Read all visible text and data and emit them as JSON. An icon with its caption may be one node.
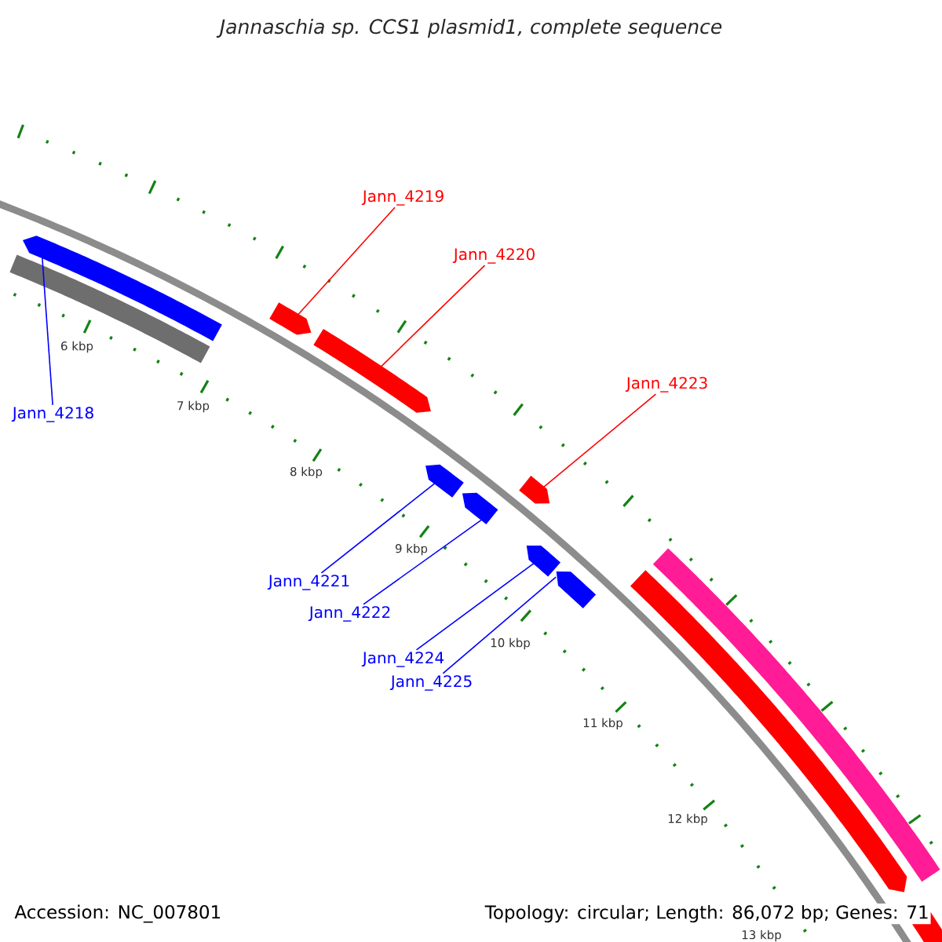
{
  "diagram": {
    "title": "Jannaschia sp. CCS1 plasmid1, complete sequence",
    "nodes": [
      {
        "text": [
          "Jann_4218"
        ]
      },
      {
        "text": [
          "Jann_4219"
        ]
      },
      {
        "text": [
          "Jann_4220"
        ]
      },
      {
        "text": [
          "Jann_4221"
        ]
      },
      {
        "text": [
          "Jann_4222"
        ]
      },
      {
        "text": [
          "Jann_4223"
        ]
      },
      {
        "text": [
          "Jann_4224"
        ]
      },
      {
        "text": [
          "Jann_4225"
        ]
      },
      {
        "text": [],
        "shape": "pentagon"
      },
      {
        "text": [],
        "shape": "pentagon"
      },
      {
        "text": [],
        "shape": "pentagon"
      },
      {
        "text": [],
        "shape": "pentagon"
      },
      {
        "text": [],
        "shape": "pentagon"
      },
      {
        "text": [],
        "shape": "pentagon"
      },
      {
        "text": [],
        "shape": "pentagon"
      },
      {
        "text": [],
        "shape": "pentagon"
      },
      {
        "text": [],
        "shape": "bar"
      },
      {
        "text": [],
        "shape": "pentagon"
      },
      {
        "text": [],
        "shape": "bar"
      },
      {
        "text": [],
        "shape": "bar"
      }
    ],
    "edges": [
      {
        "from": 0,
        "to": 8,
        "arrow": "none",
        "color": "#0000ff"
      },
      {
        "from": 1,
        "to": 9,
        "arrow": "none",
        "color": "#ff0000"
      },
      {
        "from": 2,
        "to": 10,
        "arrow": "none",
        "color": "#ff0000"
      },
      {
        "from": 3,
        "to": 11,
        "arrow": "none",
        "color": "#0000ff"
      },
      {
        "from": 4,
        "to": 12,
        "arrow": "none",
        "color": "#0000ff"
      },
      {
        "from": 5,
        "to": 13,
        "arrow": "none",
        "color": "#ff0000"
      },
      {
        "from": 6,
        "to": 14,
        "arrow": "none",
        "color": "#0000ff"
      },
      {
        "from": 7,
        "to": 15,
        "arrow": "none",
        "color": "#0000ff"
      }
    ],
    "labels": [
      "6 kbp",
      "7 kbp",
      "8 kbp",
      "9 kbp",
      "10 kbp",
      "11 kbp",
      "12 kbp",
      "13 kbp",
      "Accession: NC_007801",
      "Topology: circular; Length: 86,072 bp; Genes: 71"
    ]
  }
}
